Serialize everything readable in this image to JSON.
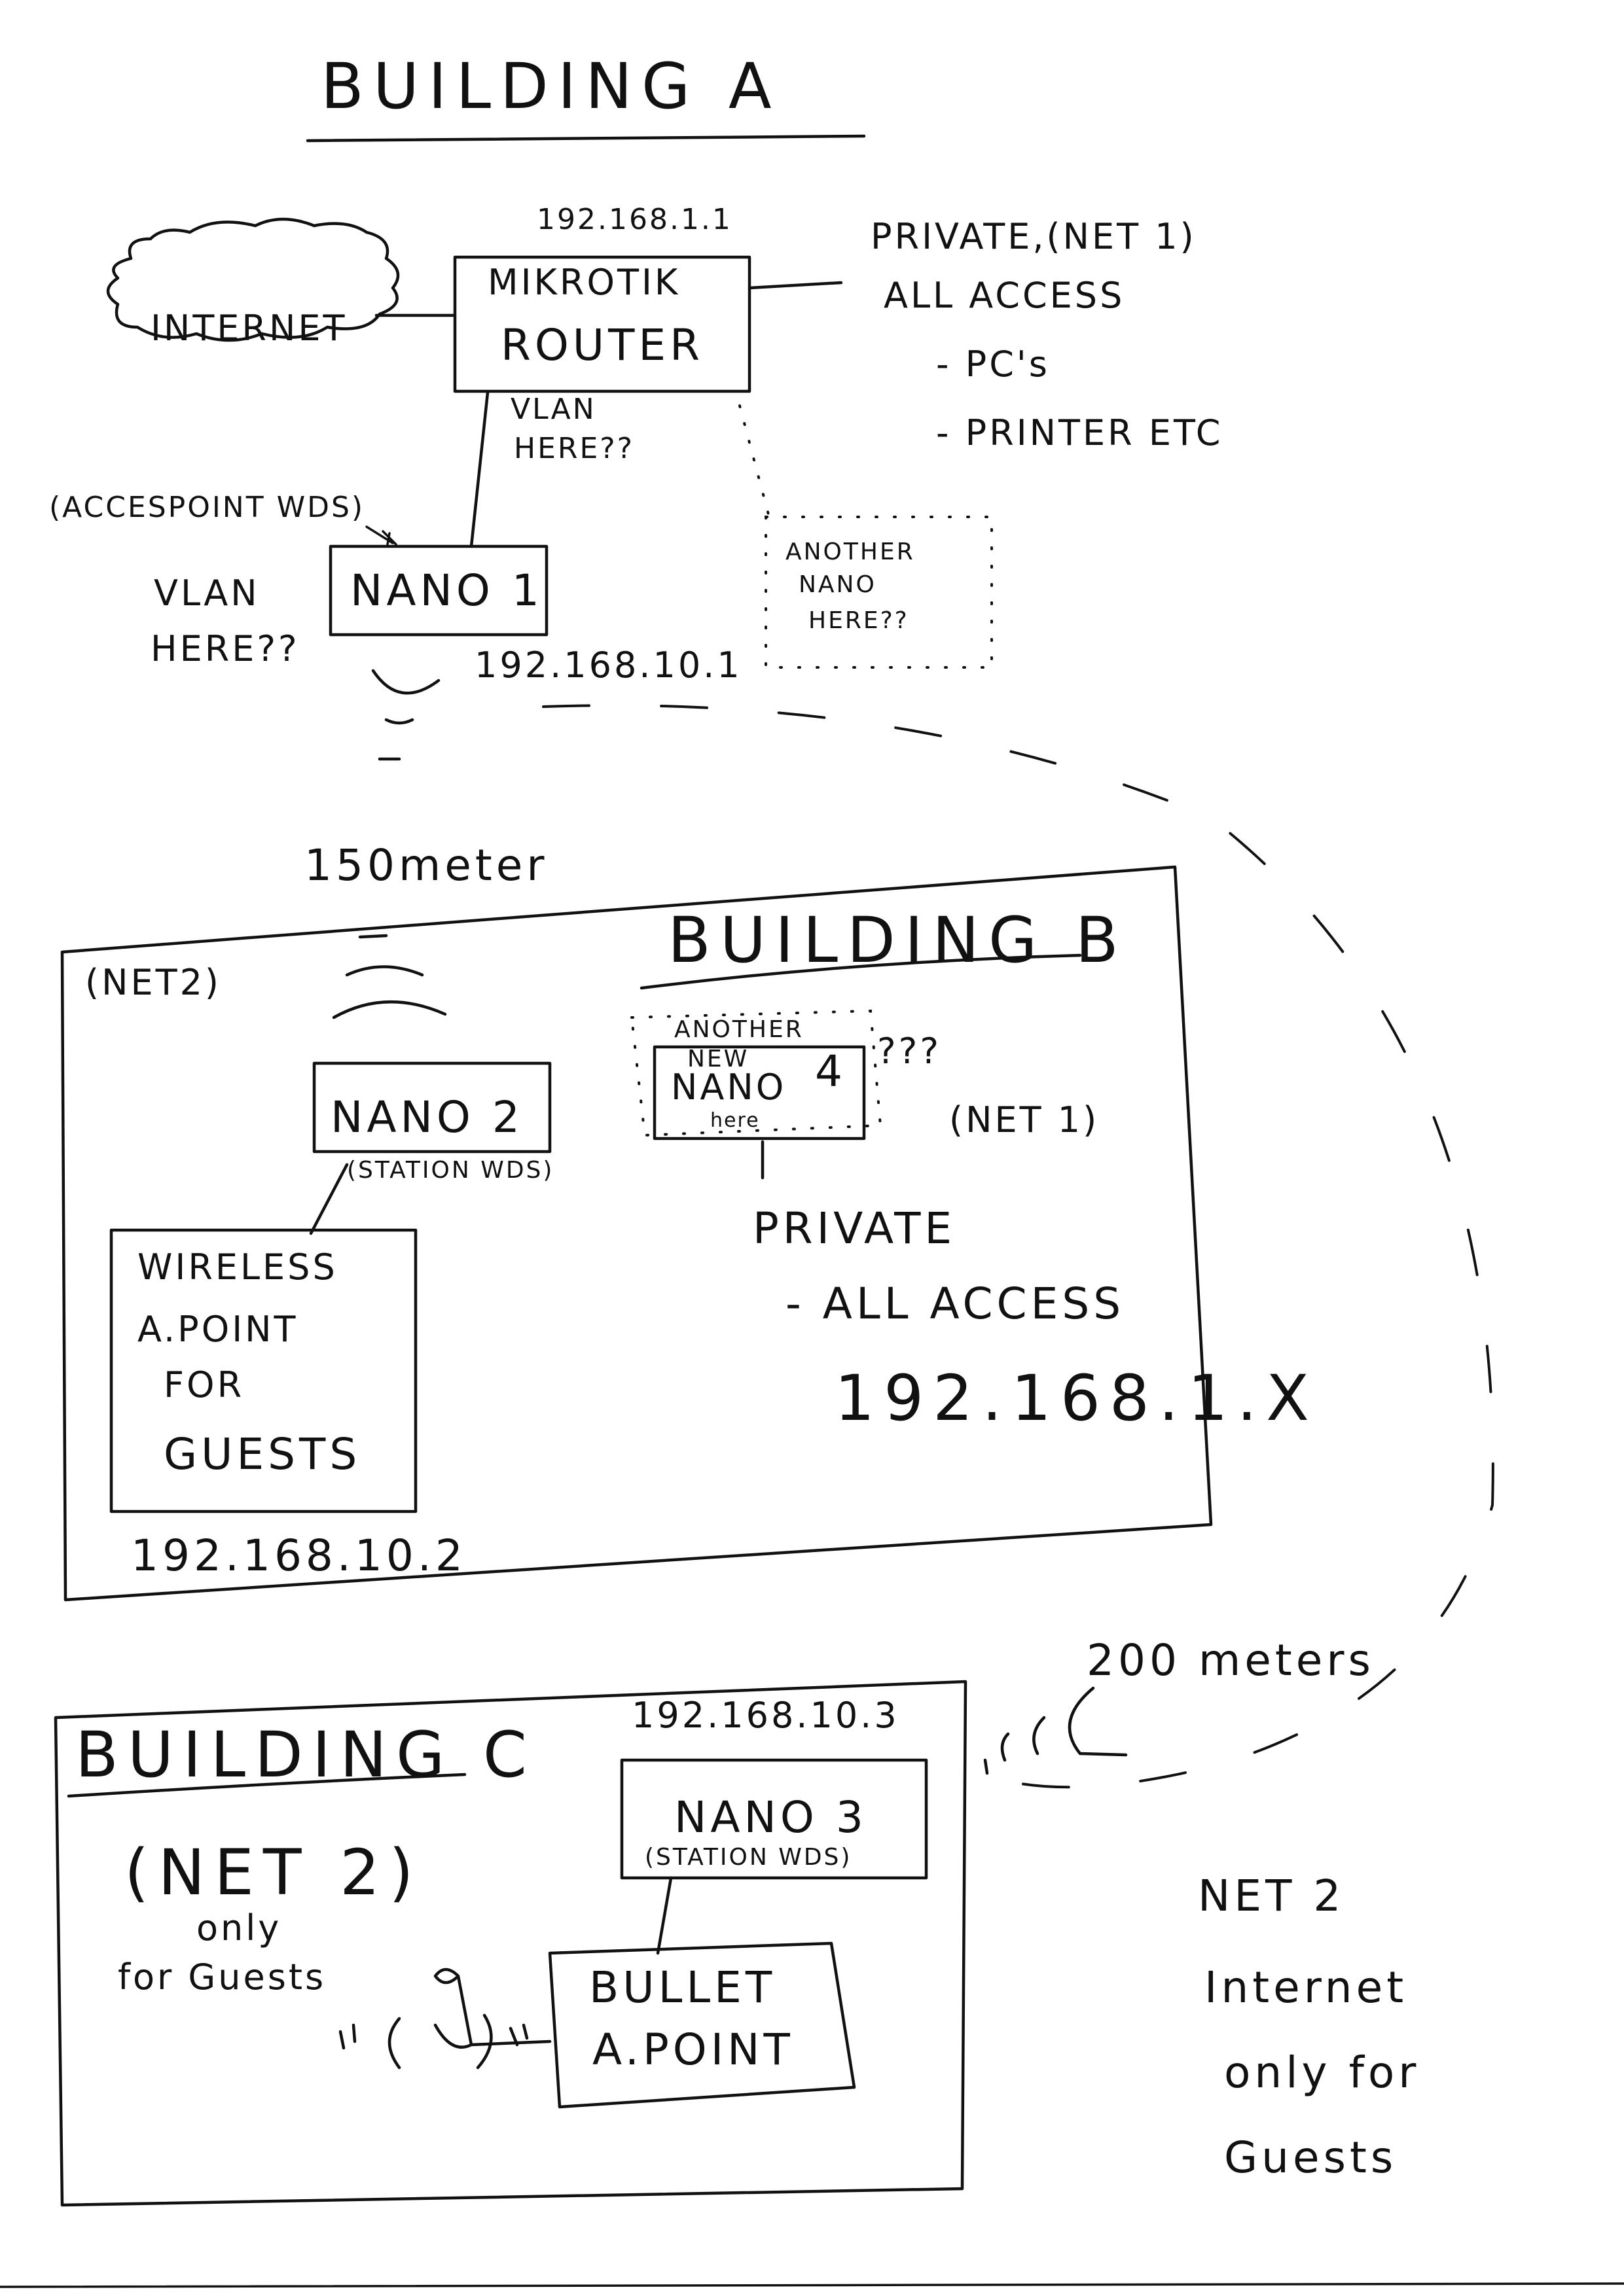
{
  "building_a": {
    "title": "BUILDING A",
    "router": {
      "ip": "192.168.1.1",
      "line1": "MIKROTIK",
      "line2": "ROUTER"
    },
    "internet_label": "INTERNET",
    "private_net": {
      "title": "PRIVATE,(NET 1)",
      "access": "ALL ACCESS",
      "items": [
        "- PC's",
        "- PRINTER ETC"
      ]
    },
    "vlan_near_router": {
      "line1": "VLAN",
      "line2": "HERE??"
    },
    "nano1": {
      "mode": "(ACCESPOINT WDS)",
      "label": "NANO 1",
      "ip": "192.168.10.1",
      "vlan_line1": "VLAN",
      "vlan_line2": "HERE??"
    },
    "another_nano": {
      "line1": "ANOTHER",
      "line2": "NANO",
      "line3": "HERE??"
    }
  },
  "distance_ab": "150meter",
  "building_b": {
    "title": "BUILDING B",
    "net_label": "(NET2)",
    "nano2": {
      "label": "NANO 2",
      "mode": "(STATION WDS)"
    },
    "guest_ap": {
      "lines": [
        "WIRELESS",
        "A.POINT",
        "FOR",
        "GUESTS"
      ],
      "ip": "192.168.10.2"
    },
    "nano4": {
      "line1": "ANOTHER",
      "line2": "NEW",
      "line3": "NANO",
      "number": "4",
      "line4": "here",
      "marks": "???",
      "net": "(NET 1)"
    },
    "private_info": {
      "title": "PRIVATE",
      "access": "- ALL ACCESS",
      "ip": "192.168.1.X"
    }
  },
  "distance_ac": "200 meters",
  "building_c": {
    "title": "BUILDING C",
    "net_label": "(NET 2)",
    "net_note_line1": "only",
    "net_note_line2": "for Guests",
    "nano3": {
      "ip": "192.168.10.3",
      "label": "NANO 3",
      "mode": "(STATION WDS)"
    },
    "bullet": {
      "line1": "BULLET",
      "line2": "A.POINT"
    }
  },
  "net2_note": {
    "title": "NET 2",
    "lines": [
      "Internet",
      "only for",
      "Guests"
    ]
  }
}
